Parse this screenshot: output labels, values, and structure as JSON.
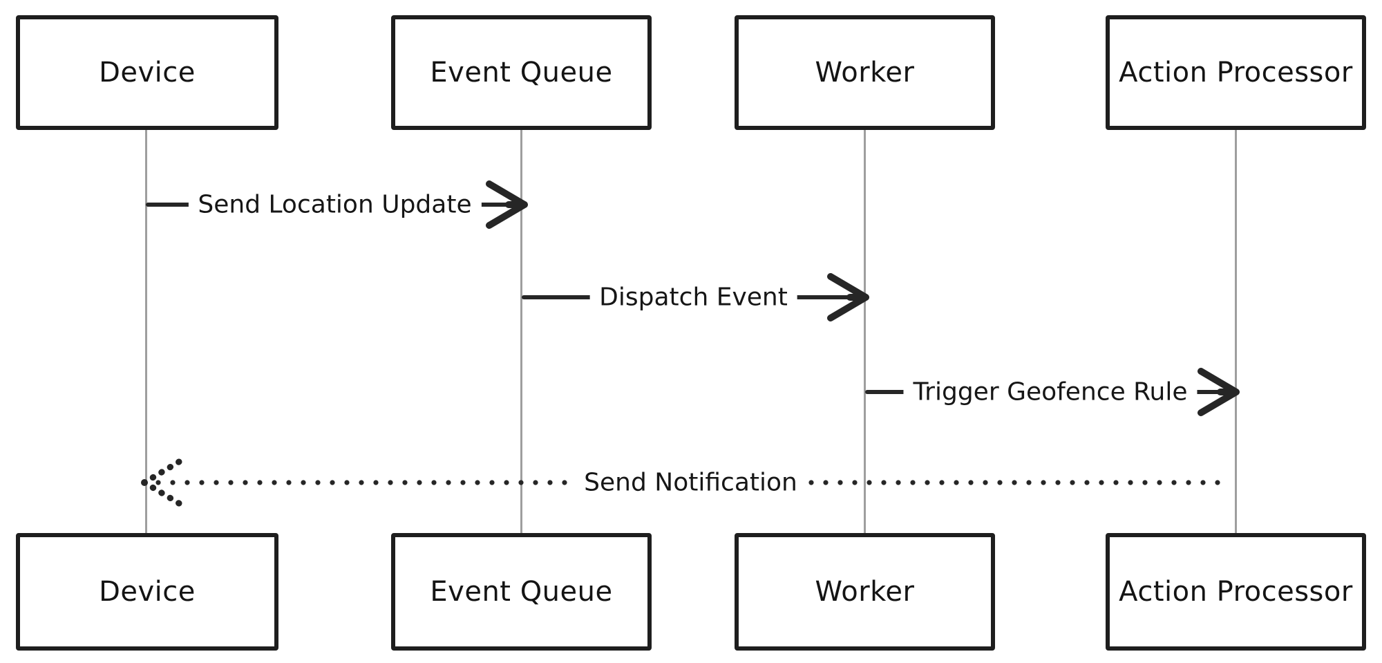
{
  "diagram": {
    "kind": "sequence-diagram",
    "style": "hand-drawn",
    "background_color": "#ffffff",
    "stroke_color": "#1e1e1e",
    "lifeline_color": "#9e9e9e"
  },
  "actors": [
    {
      "name": "Device"
    },
    {
      "name": "Event Queue"
    },
    {
      "name": "Worker"
    },
    {
      "name": "Action Processor"
    }
  ],
  "messages": [
    {
      "label": "Send Location Update",
      "from": "Device",
      "to": "Event Queue",
      "line": "solid",
      "direction": "right"
    },
    {
      "label": "Dispatch Event",
      "from": "Event Queue",
      "to": "Worker",
      "line": "solid",
      "direction": "right"
    },
    {
      "label": "Trigger Geofence Rule",
      "from": "Worker",
      "to": "Action Processor",
      "line": "solid",
      "direction": "right"
    },
    {
      "label": "Send Notification",
      "from": "Action Processor",
      "to": "Device",
      "line": "dotted",
      "direction": "left"
    }
  ]
}
